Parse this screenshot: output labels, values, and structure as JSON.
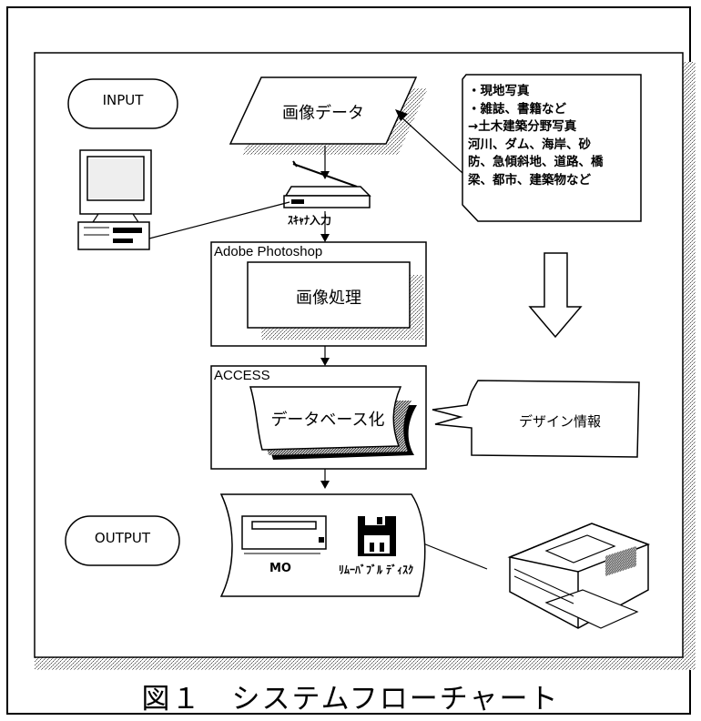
{
  "labels": {
    "input": "INPUT",
    "output": "OUTPUT",
    "image_data": "画像データ",
    "scanner_input": "ｽｷｬﾅ入力",
    "photoshop_title": "Adobe Photoshop",
    "image_processing": "画像処理",
    "access_title": "ACCESS",
    "database": "データベース化",
    "design_info": "デザイン情報",
    "mo": "MO",
    "removable_disk": "ﾘﾑｰﾊﾞﾌﾞﾙ ﾃﾞｨｽｸ",
    "caption": "図１　システムフローチャート"
  },
  "note": {
    "lines": [
      "・現地写真",
      "・雑誌、書籍など",
      "→土木建築分野写真",
      "河川、ダム、海岸、砂",
      "防、急傾斜地、道路、橋",
      "梁、都市、建築物など"
    ]
  }
}
